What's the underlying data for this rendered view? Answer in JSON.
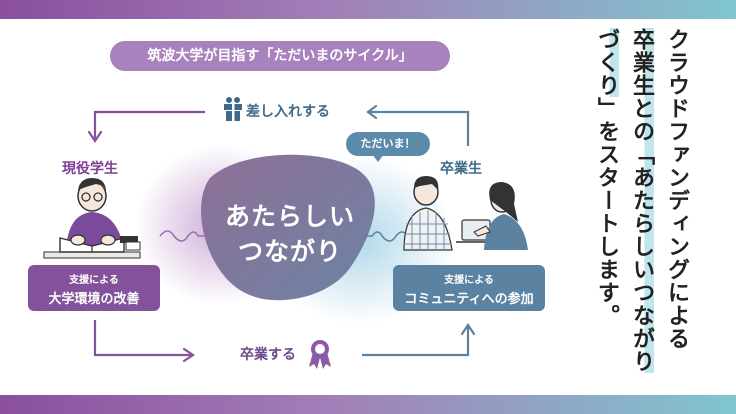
{
  "title": "筑波大学が目指す「ただいまのサイクル」",
  "arrows": {
    "send": "差し入れする",
    "graduate": "卒業する"
  },
  "roles": {
    "student": "現役学生",
    "alumni": "卒業生"
  },
  "bubble": "ただいま！",
  "center": {
    "line1": "あたらしい",
    "line2": "つながり"
  },
  "support_left": {
    "prefix": "支援による",
    "main": "大学環境の改善"
  },
  "support_right": {
    "prefix": "支援による",
    "main": "コミュニティへの参加"
  },
  "headline": {
    "line1": "クラウドファンディングによる",
    "line2": "卒業生との「あたらしいつながり",
    "line3_highlight": "づくり",
    "line3_rest": "」をスタートします。"
  },
  "colors": {
    "purple": "#84519b",
    "blue": "#5b82a1",
    "light_purple": "#a882bd",
    "teal": "#7fc6cf"
  },
  "icons": [
    "gift-icon",
    "medal-icon"
  ]
}
